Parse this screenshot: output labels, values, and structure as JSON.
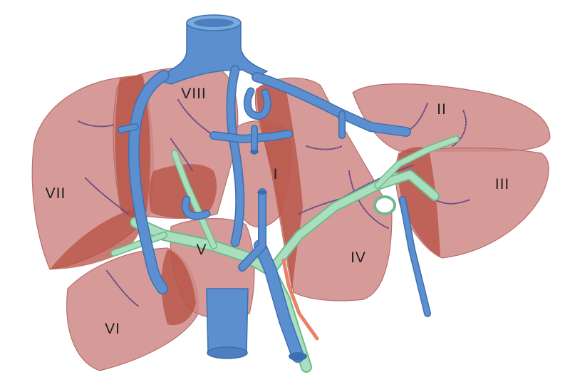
{
  "segments": {
    "I": "I",
    "II": "II",
    "III": "III",
    "IV": "IV",
    "V": "V",
    "VI": "VI",
    "VII": "VII",
    "VIII": "VIII"
  },
  "colors": {
    "segment_fill": "#cf8a86",
    "segment_overlap": "#b74f42",
    "hepatic_vein": "#5b8fd0",
    "portal_vein": "#a9dfbf",
    "hepatic_artery": "#e8836a",
    "bile_duct": "#6a4f86"
  }
}
